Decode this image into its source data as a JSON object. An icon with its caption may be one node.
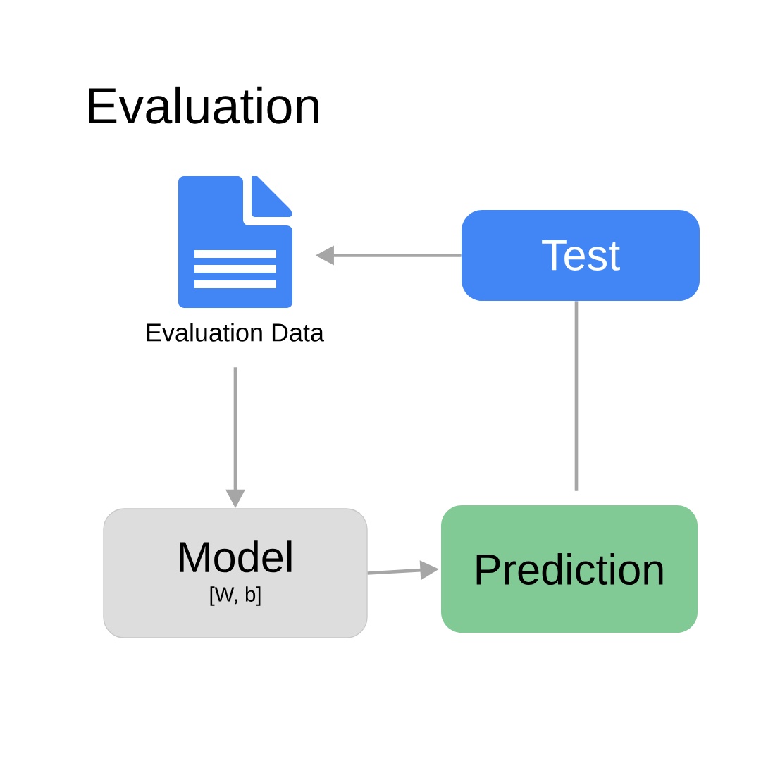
{
  "diagram": {
    "title": "Evaluation",
    "nodes": [
      {
        "text": [
          "Evaluation Data"
        ]
      },
      {
        "text": [
          "Test"
        ]
      },
      {
        "text": [
          "Model",
          "[W, b]"
        ]
      },
      {
        "text": [
          "Prediction"
        ]
      }
    ],
    "edges": [
      {
        "from": 1,
        "to": 0,
        "arrow": "to"
      },
      {
        "from": 0,
        "to": 2,
        "arrow": "to"
      },
      {
        "from": 2,
        "to": 3,
        "arrow": "to"
      },
      {
        "from": 1,
        "to": 3,
        "arrow": "none"
      }
    ]
  }
}
